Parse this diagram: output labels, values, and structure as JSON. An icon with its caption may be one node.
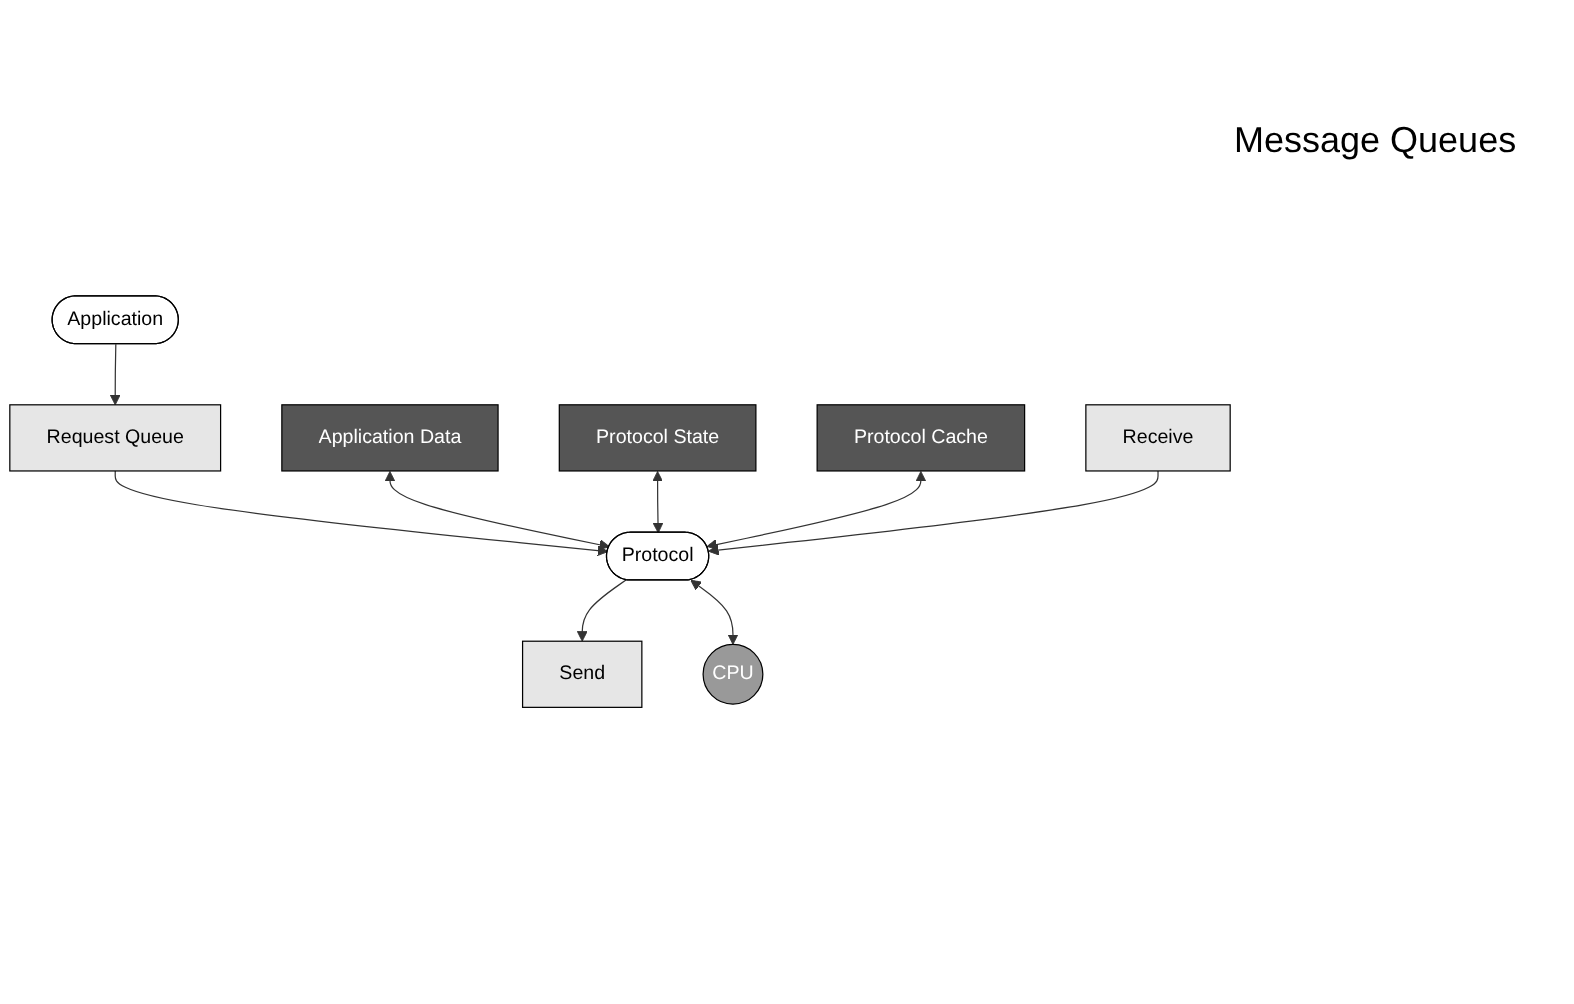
{
  "diagram": {
    "nodes": [
      {
        "text": [
          "Application"
        ]
      },
      {
        "text": [
          "Request Queue"
        ]
      },
      {
        "text": [
          "Application Data"
        ]
      },
      {
        "text": [
          "Protocol State"
        ]
      },
      {
        "text": [
          "Protocol Cache"
        ]
      },
      {
        "text": [
          "Protocol"
        ]
      },
      {
        "text": [
          "Receive"
        ]
      },
      {
        "text": [
          "Send"
        ]
      },
      {
        "text": [
          "CPU"
        ]
      }
    ],
    "edges": [
      {
        "from": 0,
        "to": 1,
        "arrow": "to"
      },
      {
        "from": 1,
        "to": 5,
        "arrow": "to"
      },
      {
        "from": 2,
        "to": 5,
        "arrow": "both"
      },
      {
        "from": 3,
        "to": 5,
        "arrow": "both"
      },
      {
        "from": 4,
        "to": 5,
        "arrow": "both"
      },
      {
        "from": 6,
        "to": 5,
        "arrow": "to"
      },
      {
        "from": 5,
        "to": 7,
        "arrow": "to"
      },
      {
        "from": 5,
        "to": 8,
        "arrow": "both"
      }
    ],
    "labels": [
      "Message Queues"
    ]
  }
}
